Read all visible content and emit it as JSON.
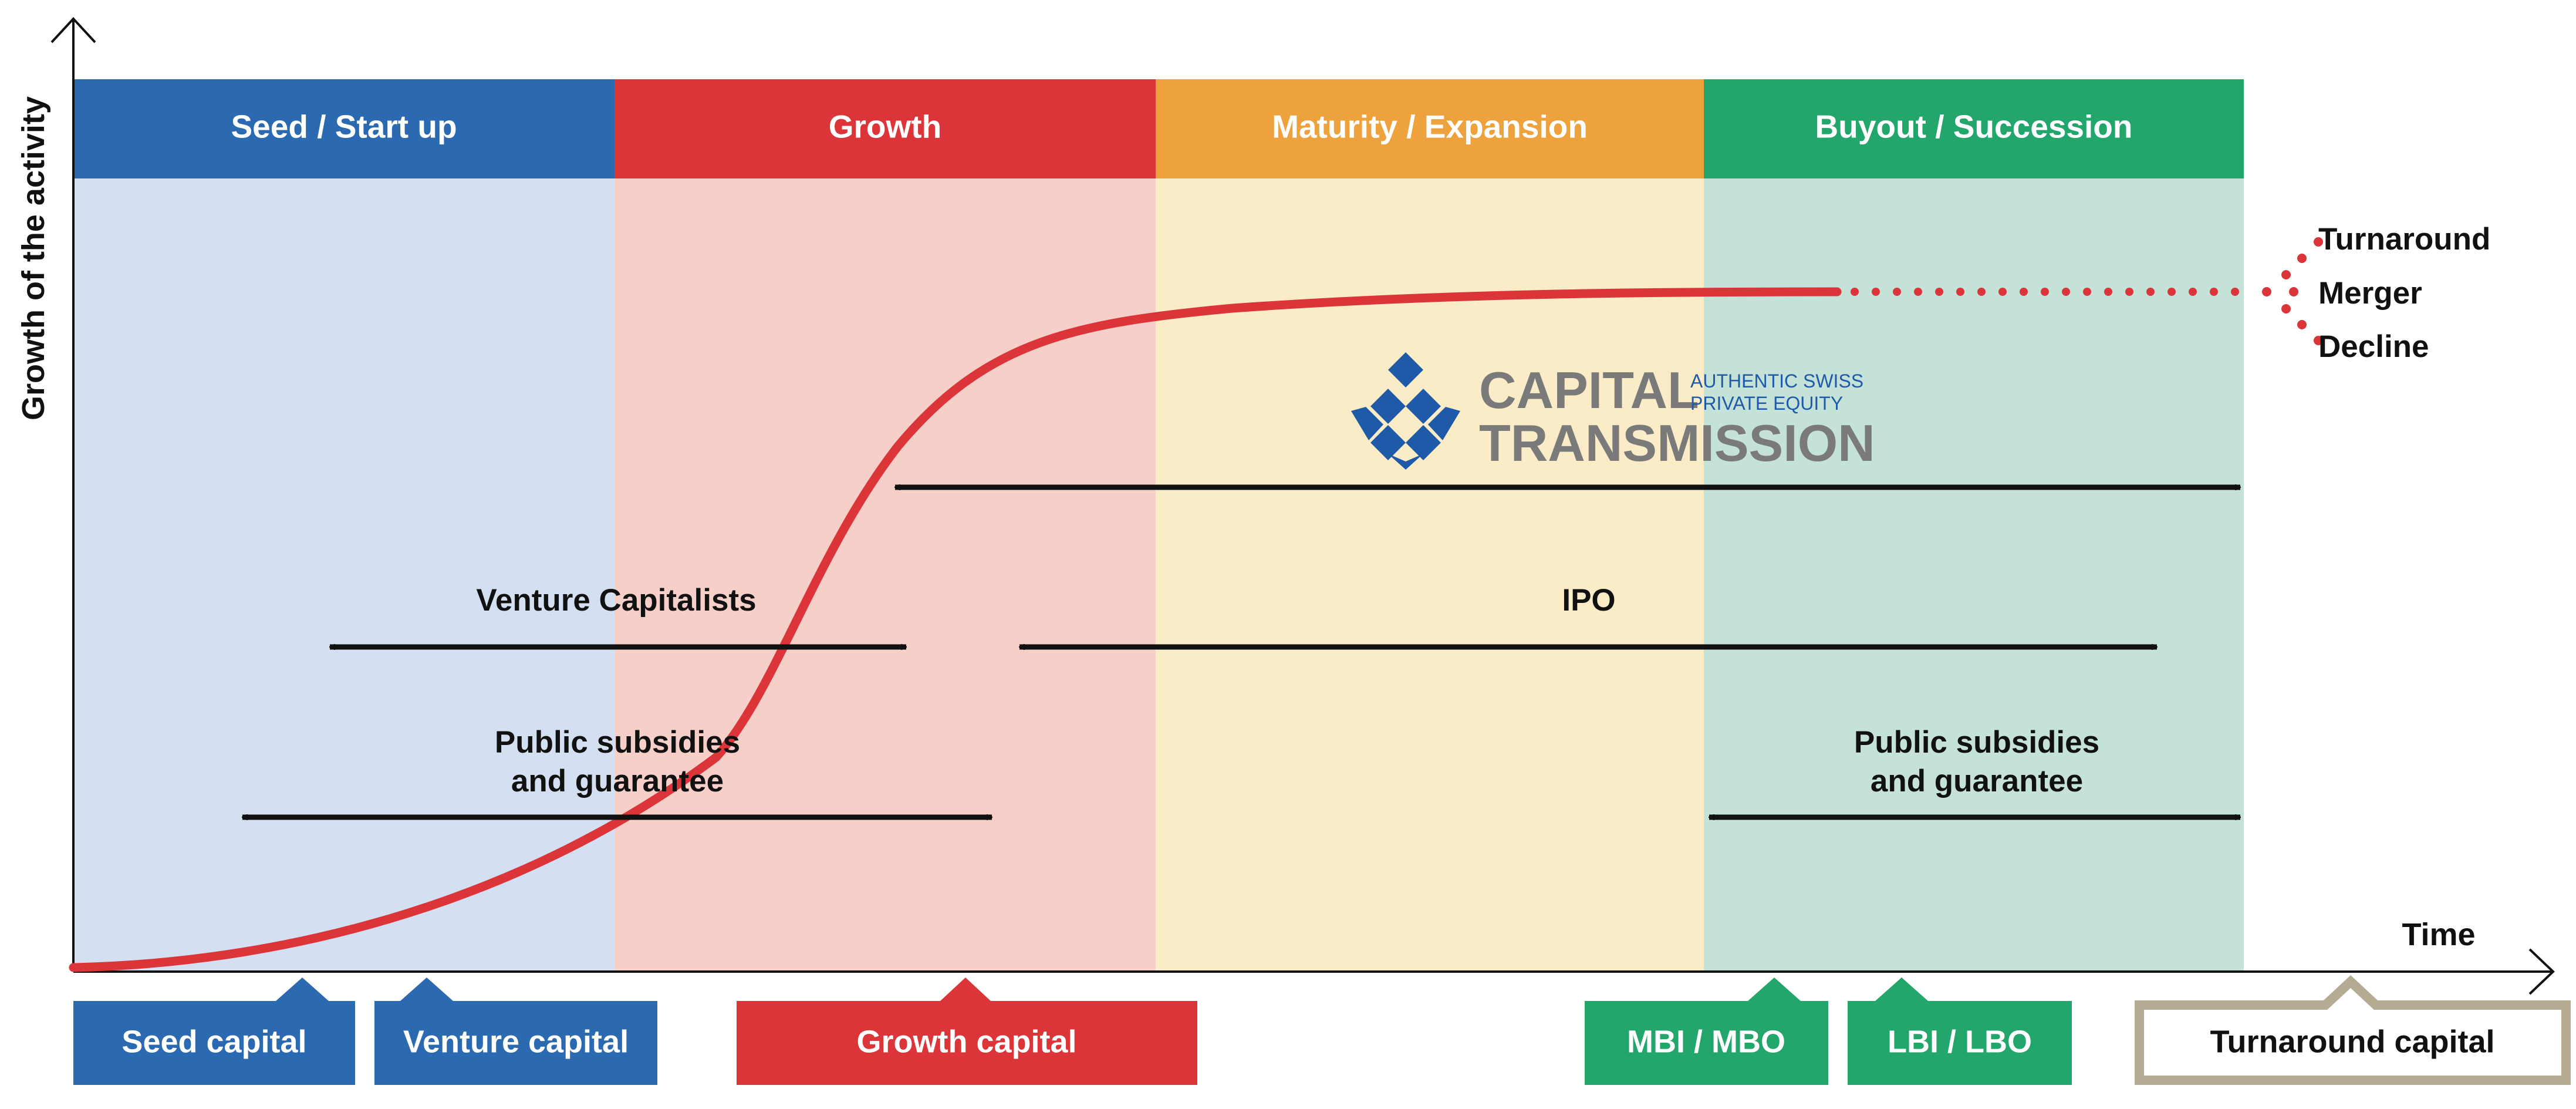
{
  "axes": {
    "y_label": "Growth of the activity",
    "x_label": "Time"
  },
  "phases": [
    {
      "label": "Seed / Start up",
      "header_color": "#2b69b0",
      "fill_color": "#d4e0f1"
    },
    {
      "label": "Growth",
      "header_color": "#dc3539",
      "fill_color": "#f5cfc8"
    },
    {
      "label": "Maturity / Expansion",
      "header_color": "#eda23e",
      "fill_color": "#fbecc8"
    },
    {
      "label": "Buyout / Succession",
      "header_color": "#22a66c",
      "fill_color": "#c5e2d8"
    }
  ],
  "curve": {
    "color": "#dc3539",
    "outcomes": [
      "Turnaround",
      "Merger",
      "Decline"
    ]
  },
  "logo": {
    "line1": "CAPITAL",
    "line2": "TRANSMISSION",
    "tagline1": "AUTHENTIC SWISS",
    "tagline2": "PRIVATE EQUITY",
    "color": "#1e5aa8",
    "text_color": "#7a7a7a"
  },
  "ranges": {
    "capital_transmission": "",
    "venture_capitalists": "Venture Capitalists",
    "ipo": "IPO",
    "public_subsidies_left": [
      "Public subsidies",
      "and guarantee"
    ],
    "public_subsidies_right": [
      "Public subsidies",
      "and guarantee"
    ]
  },
  "financing": [
    {
      "label": "Seed capital",
      "color": "#2b69b0"
    },
    {
      "label": "Venture capital",
      "color": "#2b69b0"
    },
    {
      "label": "Growth capital",
      "color": "#dc3539"
    },
    {
      "label": "MBI / MBO",
      "color": "#22a66c"
    },
    {
      "label": "LBI / LBO",
      "color": "#22a66c"
    },
    {
      "label": "Turnaround capital",
      "color": "#b5ab93"
    }
  ]
}
